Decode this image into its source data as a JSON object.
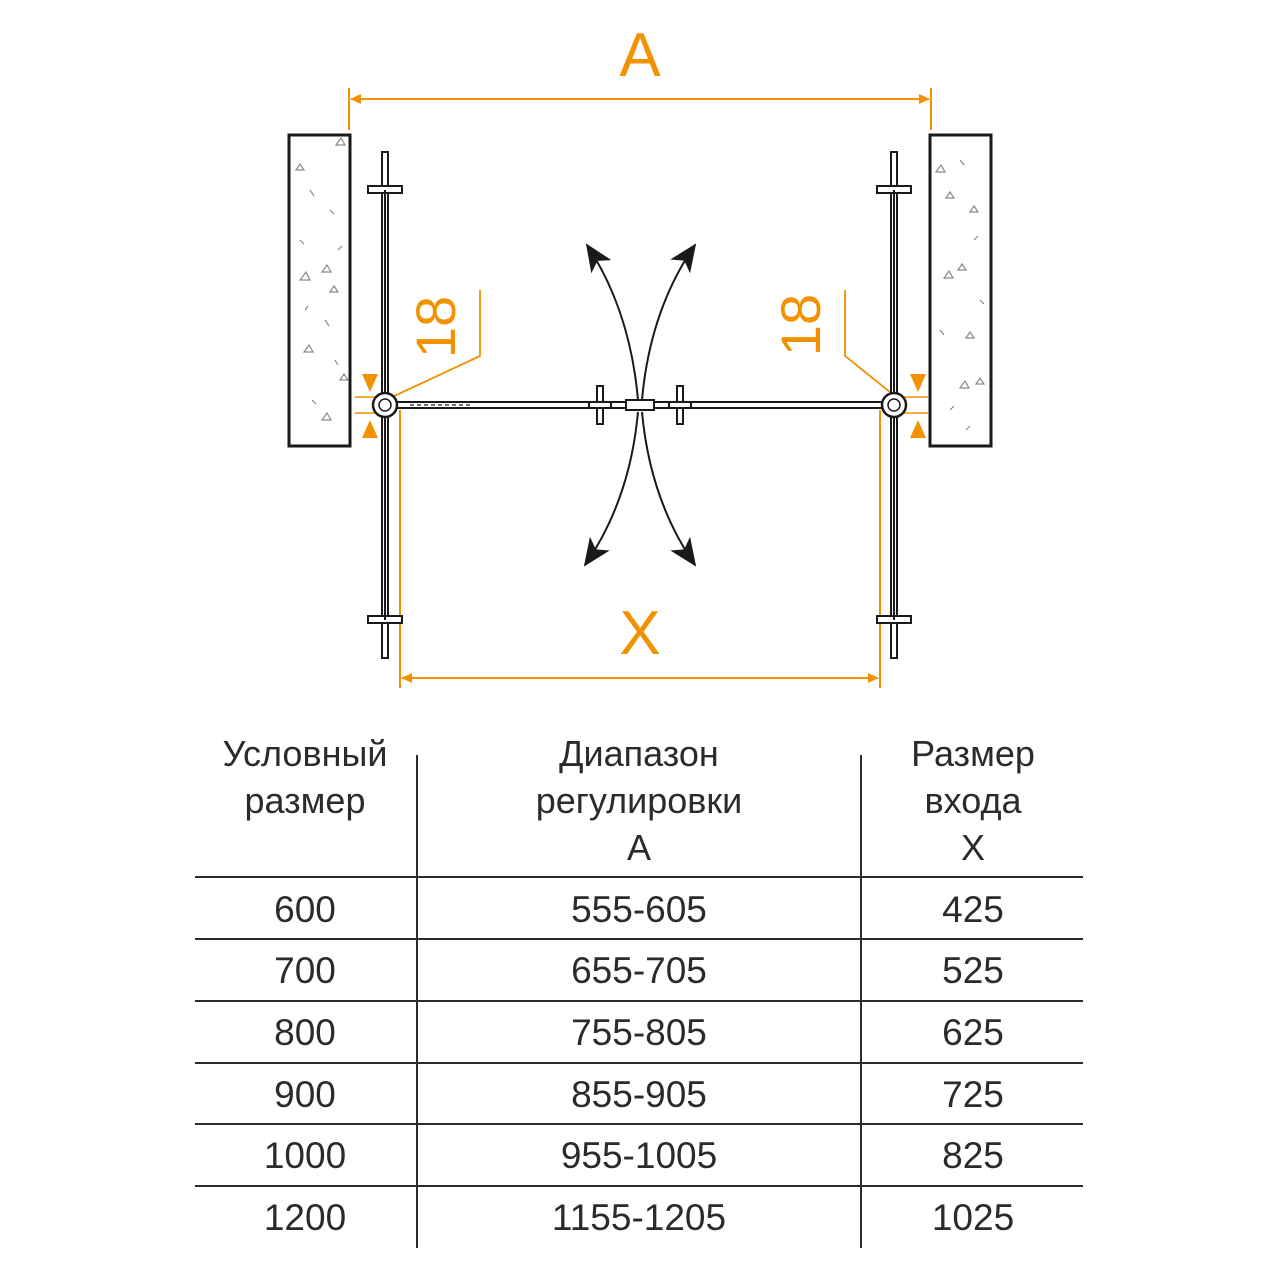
{
  "diagram": {
    "width_label": "A",
    "entry_label": "X",
    "gap_label_left": "18",
    "gap_label_right": "18",
    "accent_color": "#f39200",
    "line_color": "#2b2b2b"
  },
  "table": {
    "headers": [
      [
        "Условный",
        "размер"
      ],
      [
        "Диапазон",
        "регулировки",
        "A"
      ],
      [
        "Размер",
        "входа",
        "X"
      ]
    ],
    "rows": [
      [
        "600",
        "555-605",
        "425"
      ],
      [
        "700",
        "655-705",
        "525"
      ],
      [
        "800",
        "755-805",
        "625"
      ],
      [
        "900",
        "855-905",
        "725"
      ],
      [
        "1000",
        "955-1005",
        "825"
      ],
      [
        "1200",
        "1155-1205",
        "1025"
      ]
    ]
  }
}
